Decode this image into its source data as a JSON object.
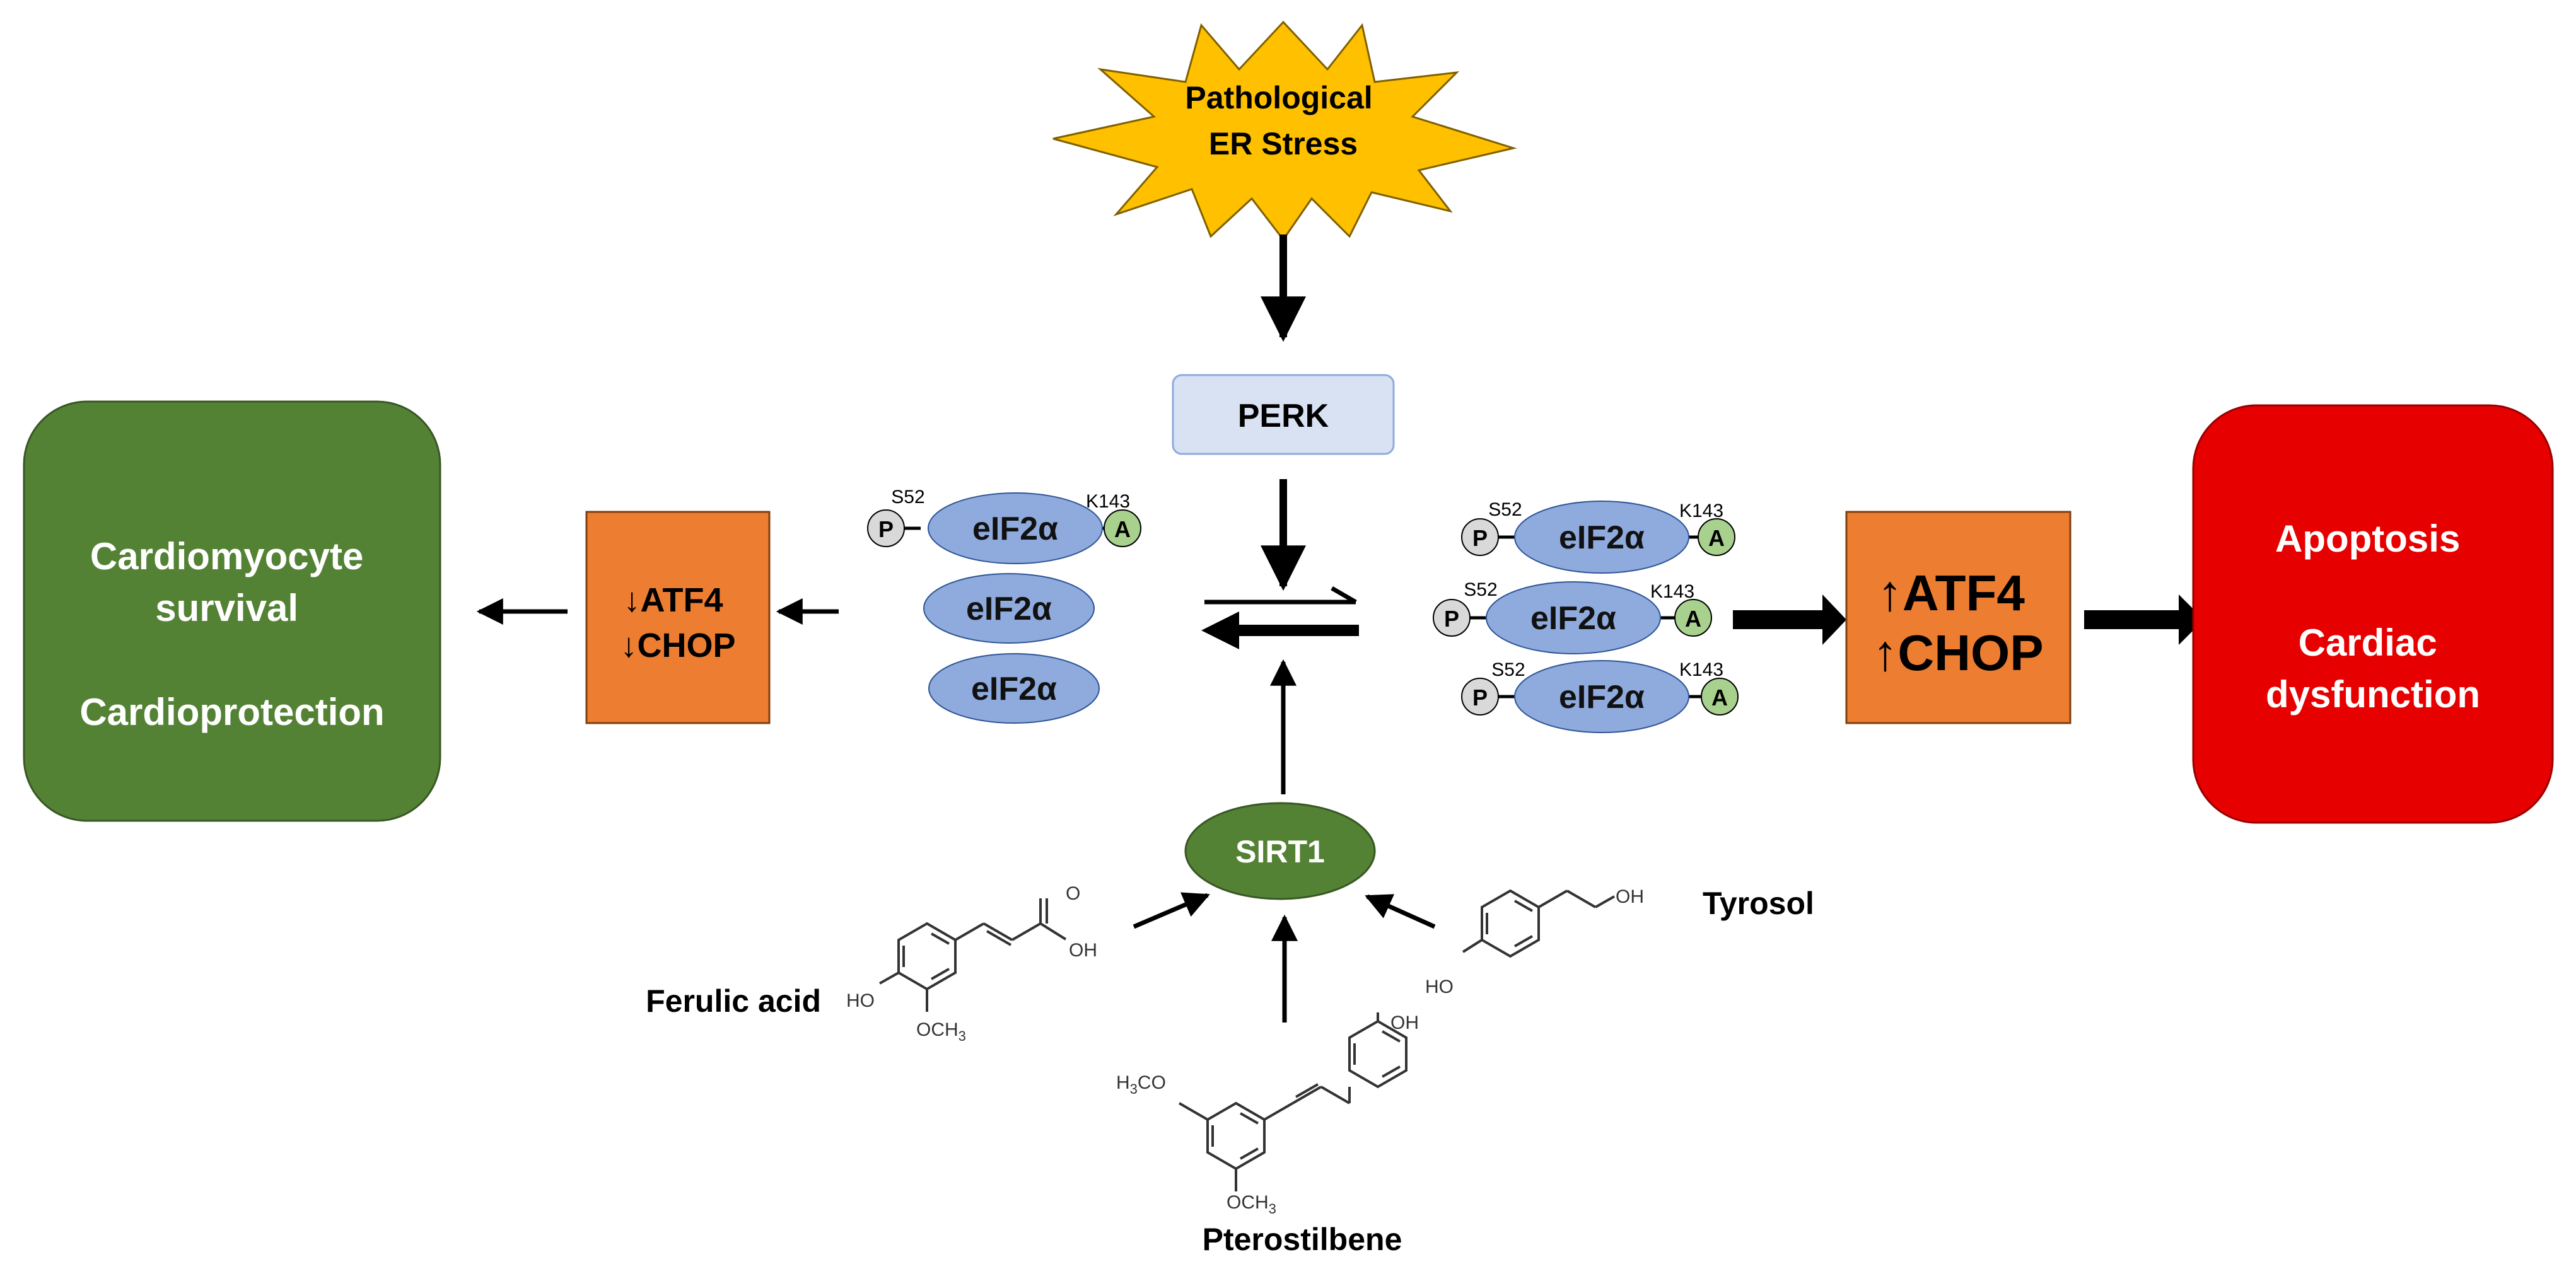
{
  "colors": {
    "stress_fill": "#FFC000",
    "perk_fill": "#D9E2F3",
    "eif_fill": "#8FAADC",
    "p_fill": "#D9D9D9",
    "a_fill": "#A9D18E",
    "orange_box": "#ED7D31",
    "green_box": "#548235",
    "red_box": "#E60000",
    "sirt_fill": "#548235"
  },
  "stress": {
    "line1": "Pathological",
    "line2": "ER Stress"
  },
  "perk": {
    "label": "PERK"
  },
  "eif": {
    "label": "eIF2α",
    "p": "P",
    "a": "A",
    "s52": "S52",
    "k143": "K143"
  },
  "left_box": {
    "line1": "↓ATF4",
    "line2": "↓CHOP"
  },
  "right_box": {
    "line1": "↑ATF4",
    "line2": "↑CHOP"
  },
  "green_outcome": {
    "line1": "Cardiomyocyte",
    "line2": "survival",
    "line3": "Cardioprotection"
  },
  "red_outcome": {
    "line1": "Apoptosis",
    "line2": "Cardiac",
    "line3": "dysfunction"
  },
  "sirt1": {
    "label": "SIRT1"
  },
  "compounds": {
    "ferulic": {
      "name": "Ferulic acid",
      "ho": "HO",
      "och3": "OCH",
      "och3_sub": "3",
      "o": "O",
      "oh": "OH"
    },
    "tyrosol": {
      "name": "Tyrosol",
      "ho": "HO",
      "oh": "OH"
    },
    "pterostilbene": {
      "name": "Pterostilbene",
      "h3co": "H",
      "h3co_sub": "3",
      "h3co_co": "CO",
      "och3": "OCH",
      "och3_sub": "3",
      "oh": "OH"
    }
  }
}
